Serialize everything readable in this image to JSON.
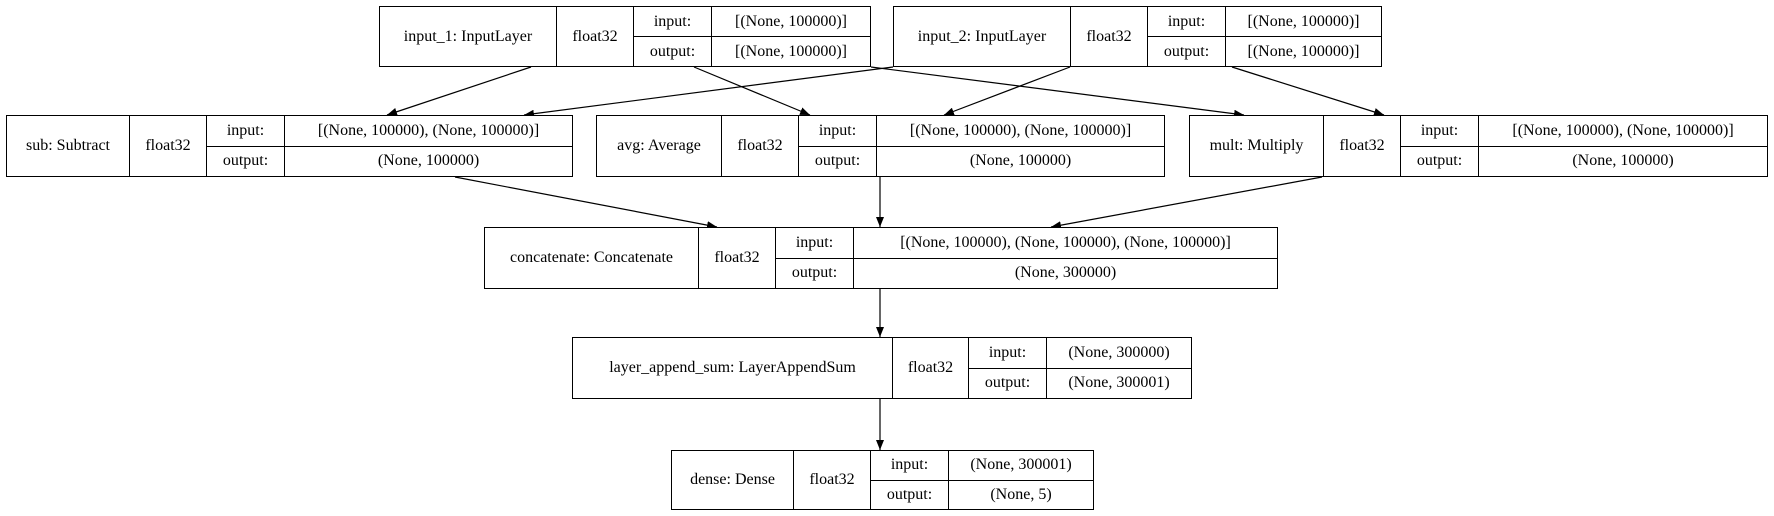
{
  "nodes": {
    "input_1": {
      "name": "input_1: InputLayer",
      "dtype": "float32",
      "input_label": "input:",
      "input": "[(None, 100000)]",
      "output_label": "output:",
      "output": "[(None, 100000)]"
    },
    "input_2": {
      "name": "input_2: InputLayer",
      "dtype": "float32",
      "input_label": "input:",
      "input": "[(None, 100000)]",
      "output_label": "output:",
      "output": "[(None, 100000)]"
    },
    "sub": {
      "name": "sub: Subtract",
      "dtype": "float32",
      "input_label": "input:",
      "input": "[(None, 100000), (None, 100000)]",
      "output_label": "output:",
      "output": "(None, 100000)"
    },
    "avg": {
      "name": "avg: Average",
      "dtype": "float32",
      "input_label": "input:",
      "input": "[(None, 100000), (None, 100000)]",
      "output_label": "output:",
      "output": "(None, 100000)"
    },
    "mult": {
      "name": "mult: Multiply",
      "dtype": "float32",
      "input_label": "input:",
      "input": "[(None, 100000), (None, 100000)]",
      "output_label": "output:",
      "output": "(None, 100000)"
    },
    "concatenate": {
      "name": "concatenate: Concatenate",
      "dtype": "float32",
      "input_label": "input:",
      "input": "[(None, 100000), (None, 100000), (None, 100000)]",
      "output_label": "output:",
      "output": "(None, 300000)"
    },
    "layer_append_sum": {
      "name": "layer_append_sum: LayerAppendSum",
      "dtype": "float32",
      "input_label": "input:",
      "input": "(None, 300000)",
      "output_label": "output:",
      "output": "(None, 300001)"
    },
    "dense": {
      "name": "dense: Dense",
      "dtype": "float32",
      "input_label": "input:",
      "input": "(None, 300001)",
      "output_label": "output:",
      "output": "(None, 5)"
    }
  },
  "edges": [
    {
      "from": "input_1",
      "to": "sub"
    },
    {
      "from": "input_1",
      "to": "avg"
    },
    {
      "from": "input_1",
      "to": "mult"
    },
    {
      "from": "input_2",
      "to": "sub"
    },
    {
      "from": "input_2",
      "to": "avg"
    },
    {
      "from": "input_2",
      "to": "mult"
    },
    {
      "from": "sub",
      "to": "concatenate"
    },
    {
      "from": "avg",
      "to": "concatenate"
    },
    {
      "from": "mult",
      "to": "concatenate"
    },
    {
      "from": "concatenate",
      "to": "layer_append_sum"
    },
    {
      "from": "layer_append_sum",
      "to": "dense"
    }
  ]
}
